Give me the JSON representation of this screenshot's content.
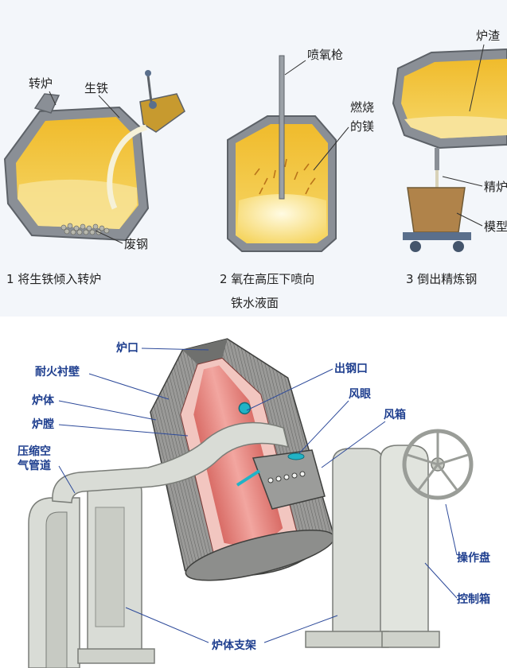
{
  "top": {
    "labels": {
      "converter": "转炉",
      "pig_iron": "生铁",
      "scrap": "废钢",
      "oxygen_lance": "喷氧枪",
      "burning_mg_line1": "燃烧",
      "burning_mg_line2": "的镁",
      "slag": "炉渣",
      "refined_partial": "精炉",
      "mold_partial": "模型"
    },
    "captions": {
      "step1": "1  将生铁倾入转炉",
      "step2_line1": "2  氧在高压下喷向",
      "step2_line2": "铁水液面",
      "step3": "3  倒出精炼钢"
    }
  },
  "bottom": {
    "labels": {
      "furnace_mouth": "炉口",
      "refractory_lining": "耐火衬壁",
      "furnace_body": "炉体",
      "furnace_chamber": "炉膛",
      "compressed_air_line1": "压缩空",
      "compressed_air_line2": "气管道",
      "tap_hole": "出钢口",
      "tuyere": "风眼",
      "wind_box": "风箱",
      "operating_wheel": "操作盘",
      "control_box": "控制箱",
      "support_frame": "炉体支架"
    }
  },
  "colors": {
    "molten": "#f2c23a",
    "molten_light": "#f8e39a",
    "shell": "#8a8f96",
    "lining_pink": "#e7847e",
    "steel_grey": "#d9dcd6",
    "label_blue": "#1f3f8f",
    "tuyere_cyan": "#21b3c6"
  }
}
